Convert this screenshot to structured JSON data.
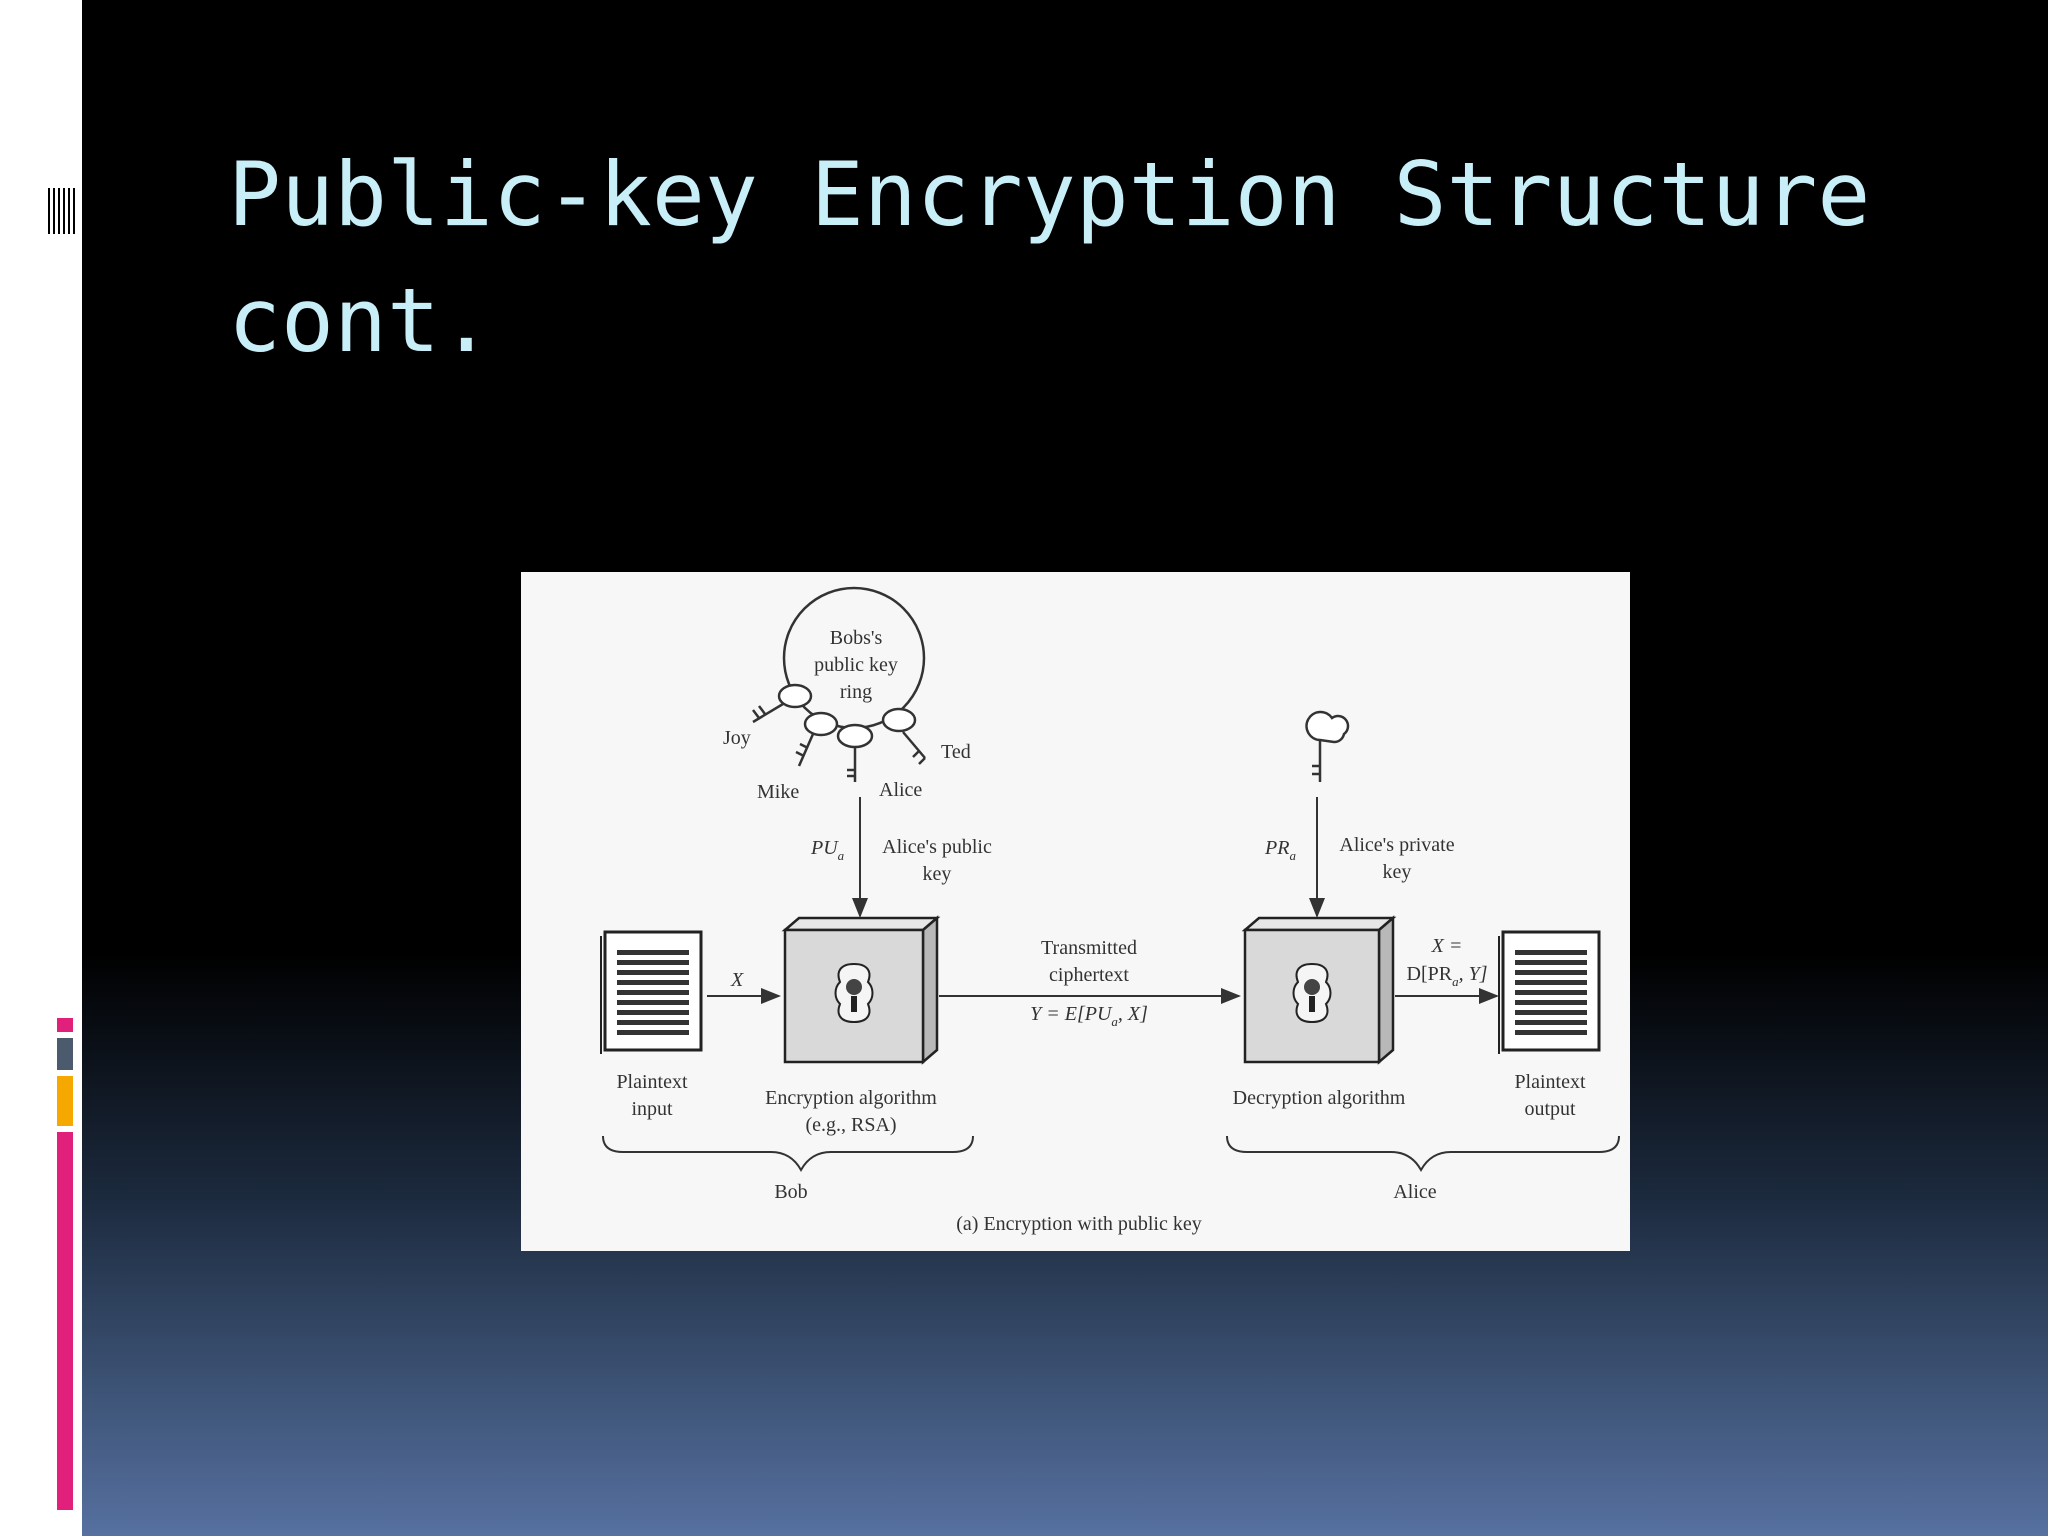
{
  "slide": {
    "title_line1": "Public-key Encryption Structure",
    "title_line2": "cont."
  },
  "theme": {
    "title_color": "#c8eef8",
    "accent_pink": "#e0207a",
    "accent_gray": "#4c5a6e",
    "accent_orange": "#f5a800"
  },
  "diagram": {
    "key_ring_label": [
      "Bobs's",
      "public key",
      "ring"
    ],
    "key_owners": {
      "joy": "Joy",
      "mike": "Mike",
      "alice": "Alice",
      "ted": "Ted"
    },
    "public_key_symbol": "PU",
    "public_key_subscript": "a",
    "public_key_label": [
      "Alice's public",
      "key"
    ],
    "private_key_symbol": "PR",
    "private_key_subscript": "a",
    "private_key_label": [
      "Alice's private",
      "key"
    ],
    "input_symbol": "X",
    "transmitted_label": [
      "Transmitted",
      "ciphertext"
    ],
    "ciphertext_formula": "Y = E[PU",
    "ciphertext_formula_sub": "a",
    "ciphertext_formula_end": ", X]",
    "output_formula_line1": "X =",
    "output_formula_line2": "D[PR",
    "output_formula_sub": "a",
    "output_formula_end": ", Y]",
    "plaintext_input_label": [
      "Plaintext",
      "input"
    ],
    "encryption_label": [
      "Encryption algorithm",
      "(e.g., RSA)"
    ],
    "decryption_label": "Decryption algorithm",
    "plaintext_output_label": [
      "Plaintext",
      "output"
    ],
    "bob_label": "Bob",
    "alice_label": "Alice",
    "caption": "(a) Encryption with public key"
  }
}
